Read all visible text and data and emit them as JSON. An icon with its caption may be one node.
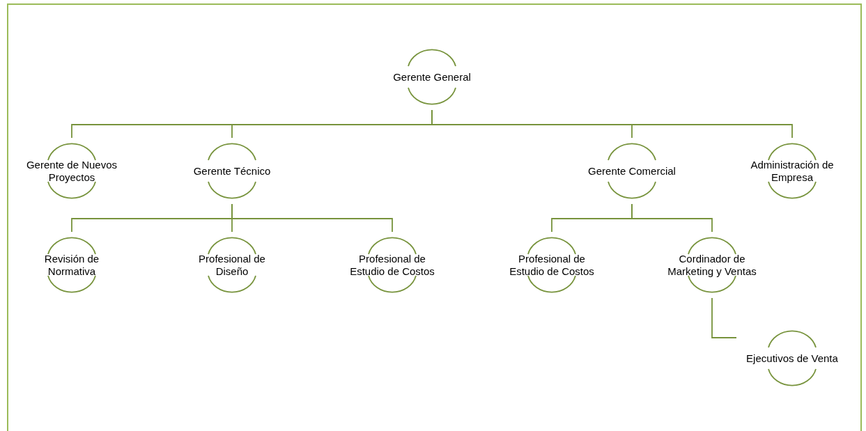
{
  "diagram": {
    "nodes": [
      {
        "text": [
          "Gerente General"
        ]
      },
      {
        "text": [
          "Gerente de Nuevos Proyectos"
        ]
      },
      {
        "text": [
          "Gerente Técnico"
        ]
      },
      {
        "text": [
          "Gerente Comercial"
        ]
      },
      {
        "text": [
          "Administración de Empresa"
        ]
      },
      {
        "text": [
          "Revisión de Normativa"
        ]
      },
      {
        "text": [
          "Profesional de Diseño"
        ]
      },
      {
        "text": [
          "Profesional de Estudio de Costos"
        ]
      },
      {
        "text": [
          "Profesional de Estudio de Costos"
        ]
      },
      {
        "text": [
          "Cordinador de Marketing y Ventas"
        ]
      },
      {
        "text": [
          "Ejecutivos de Venta"
        ]
      }
    ],
    "edges": [
      {
        "from": 0,
        "to": 1,
        "arrow": "none"
      },
      {
        "from": 0,
        "to": 2,
        "arrow": "none"
      },
      {
        "from": 0,
        "to": 3,
        "arrow": "none"
      },
      {
        "from": 0,
        "to": 4,
        "arrow": "none"
      },
      {
        "from": 2,
        "to": 5,
        "arrow": "none"
      },
      {
        "from": 2,
        "to": 6,
        "arrow": "none"
      },
      {
        "from": 2,
        "to": 7,
        "arrow": "none"
      },
      {
        "from": 3,
        "to": 8,
        "arrow": "none"
      },
      {
        "from": 3,
        "to": 9,
        "arrow": "none"
      },
      {
        "from": 9,
        "to": 10,
        "arrow": "none"
      }
    ]
  }
}
